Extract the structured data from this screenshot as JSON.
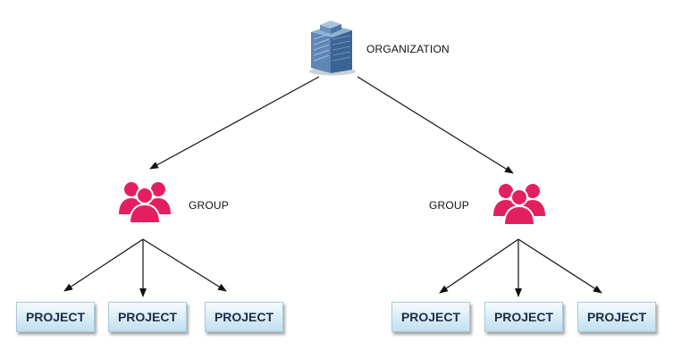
{
  "organization": {
    "label": "ORGANIZATION",
    "icon": "building-icon"
  },
  "groups": [
    {
      "label": "GROUP",
      "icon": "people-group-icon",
      "projects": [
        "PROJECT",
        "PROJECT",
        "PROJECT"
      ]
    },
    {
      "label": "GROUP",
      "icon": "people-group-icon",
      "projects": [
        "PROJECT",
        "PROJECT",
        "PROJECT"
      ]
    }
  ],
  "colors": {
    "group_icon": "#e3205f",
    "project_text": "#1d2d4a",
    "project_fill": "#d9ecf6",
    "arrow": "#111111"
  }
}
